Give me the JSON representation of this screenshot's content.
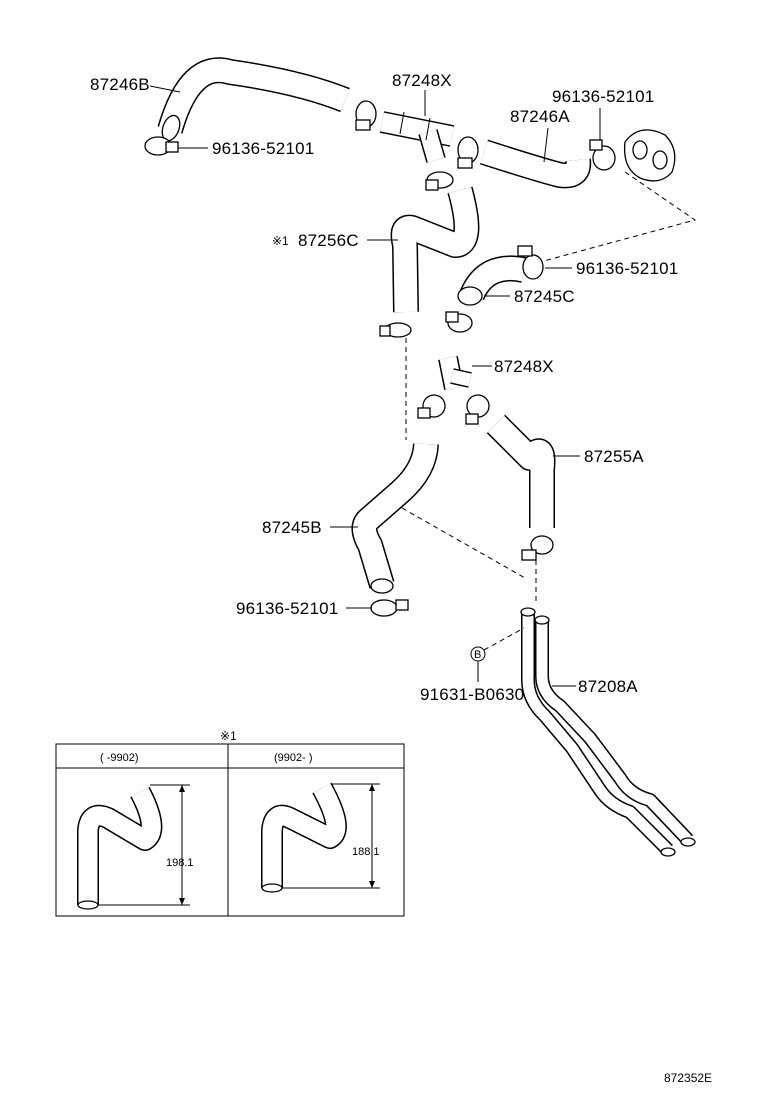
{
  "labels": {
    "hose_87246B": "87246B",
    "hose_87248X_top": "87248X",
    "clamp_top_right": "96136-52101",
    "hose_87246A": "87246A",
    "clamp_top_left": "96136-52101",
    "hose_87256C": "87256C",
    "note_mark": "※1",
    "clamp_mid": "96136-52101",
    "hose_87245C": "87245C",
    "joint_87248X_mid": "87248X",
    "hose_87255A": "87255A",
    "hose_87245B": "87245B",
    "clamp_bottom": "96136-52101",
    "bolt_circle": "B",
    "bolt_91631": "91631-B0630",
    "pipe_87208A": "87208A"
  },
  "inset": {
    "title": "※1",
    "left_header": "(       -9902)",
    "right_header": "(9902-       )",
    "left_dimension": "198.1",
    "right_dimension": "188.1"
  },
  "footer": {
    "code": "872352E"
  }
}
